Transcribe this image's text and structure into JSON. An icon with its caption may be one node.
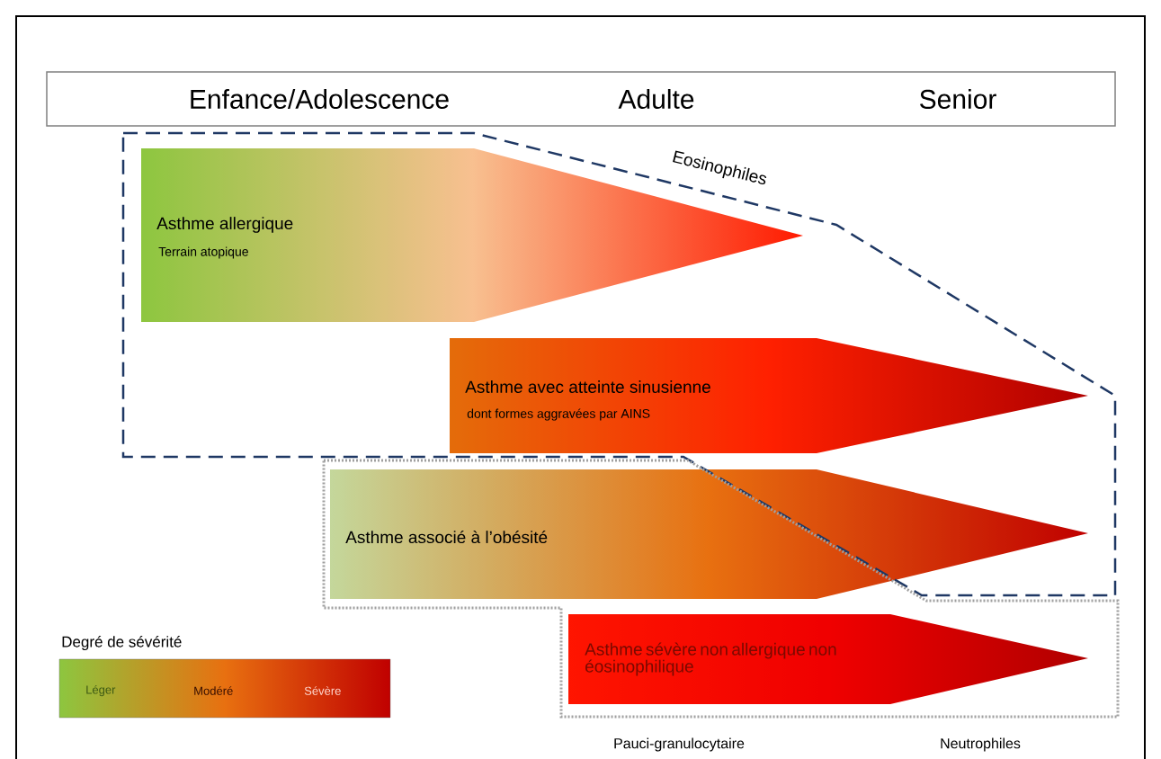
{
  "diagram": {
    "nodes": [
      {
        "text": [
          "Enfance/Adolescence",
          "Adulte",
          "Senior"
        ]
      },
      {
        "text": [
          "Asthme allergique",
          "Terrain atopique"
        ]
      },
      {
        "text": [
          "Asthme avec atteinte sinusienne",
          "dont formes aggravées par AINS"
        ]
      },
      {
        "text": [
          "Asthme associé à l’obésité"
        ]
      },
      {
        "text": [
          "Asthme sévère non allergique non éosinophilique"
        ]
      },
      {
        "text": [
          "Degré de sévérité",
          "Léger",
          "Modéré",
          "Sévère"
        ]
      }
    ],
    "labels": [
      "Eosinophiles",
      "Pauci-granulocytaire",
      "Neutrophiles"
    ]
  }
}
